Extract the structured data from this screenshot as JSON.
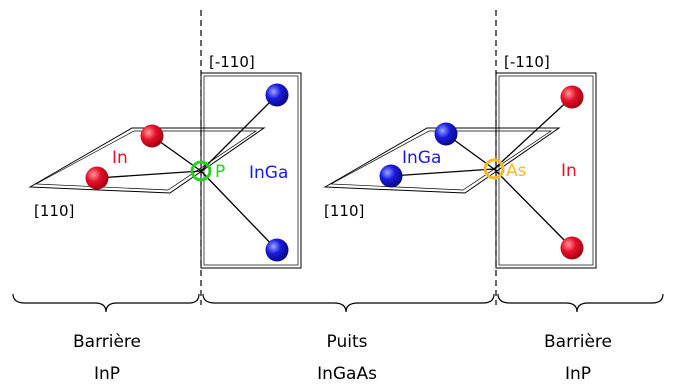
{
  "colors": {
    "indium": "#e8102a",
    "indium_hi": "#ff9a9a",
    "ingaas_atom": "#1a1ae0",
    "ingaas_hi": "#9aa8ff",
    "phosphorus": "#22d41e",
    "arsenic": "#f7b82a",
    "label_in": "#e8102a",
    "label_inga": "#1a1ae0",
    "label_p": "#22d41e",
    "label_as": "#f7b82a"
  },
  "left_cell": {
    "direction_vertical": "[-110]",
    "direction_horizontal": "[110]",
    "anion_label": "P",
    "plane_atoms_label": "In",
    "rect_atoms_label": "InGa"
  },
  "right_cell": {
    "direction_vertical": "[-110]",
    "direction_horizontal": "[110]",
    "anion_label": "As",
    "plane_atoms_label": "InGa",
    "rect_atoms_label": "In"
  },
  "regions": [
    {
      "line1": "Barrière",
      "line2": "InP"
    },
    {
      "line1": "Puits",
      "line2": "InGaAs"
    },
    {
      "line1": "Barrière",
      "line2": "InP"
    }
  ]
}
